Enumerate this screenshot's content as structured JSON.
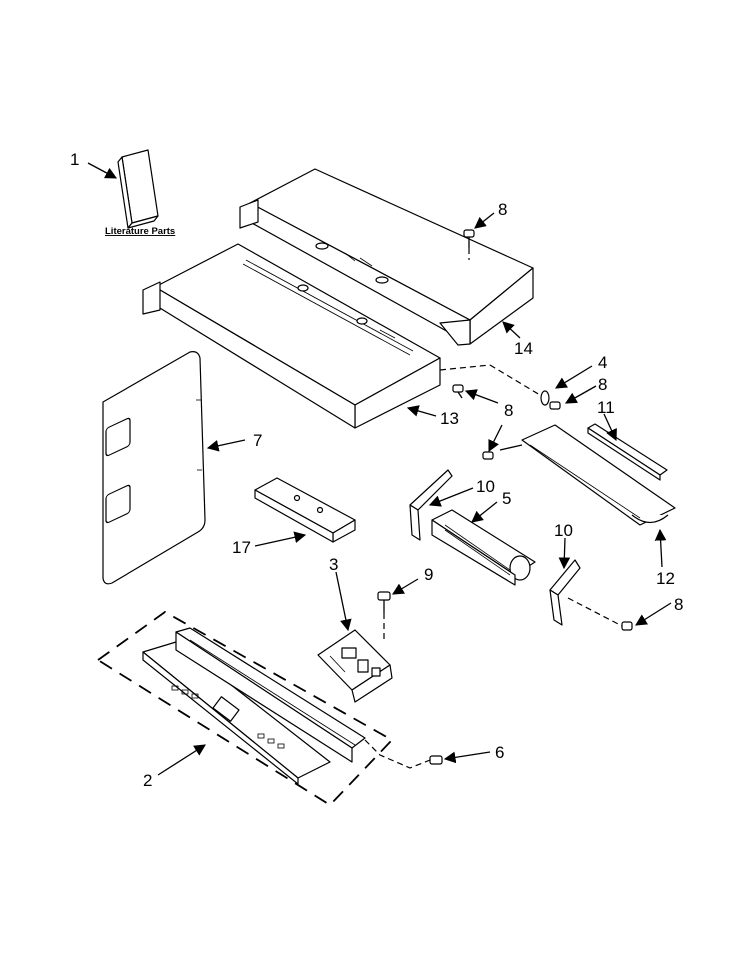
{
  "diagram": {
    "literature_label": "Literature Parts",
    "callouts": [
      "1",
      "2",
      "3",
      "4",
      "5",
      "6",
      "7",
      "8",
      "9",
      "10",
      "11",
      "12",
      "13",
      "14",
      "17"
    ],
    "callouts_repeat": {
      "c8b": "8",
      "c8c": "8",
      "c8d": "8",
      "c8e": "8",
      "c10b": "10"
    }
  }
}
